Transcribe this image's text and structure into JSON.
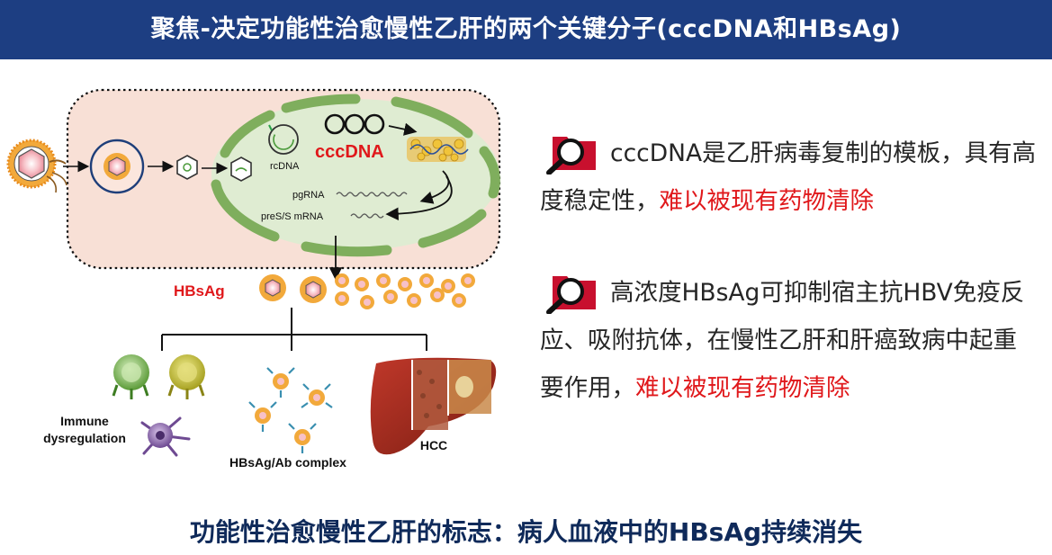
{
  "header": {
    "title": "聚焦-决定功能性治愈慢性乙肝的两个关键分子(cccDNA和HBsAg)"
  },
  "diagram": {
    "labels": {
      "cccdna": "cccDNA",
      "rcdna": "rcDNA",
      "pgrna": "pgRNA",
      "pres": "preS/S mRNA",
      "hbsag": "HBsAg",
      "immune_line1": "Immune",
      "immune_line2": "dysregulation",
      "complex": "HBsAg/Ab complex",
      "hcc": "HCC"
    },
    "colors": {
      "accent_red": "#e0181b",
      "cell_fill": "#f8e0d6",
      "nucleus_fill": "#dfecd2",
      "nucleus_border": "#7fae5d"
    }
  },
  "points": [
    {
      "icon": "magnifier-folder-icon",
      "text": "cccDNA是乙肝病毒复制的模板，具有高度稳定性，",
      "highlight": "难以被现有药物清除"
    },
    {
      "icon": "magnifier-folder-icon",
      "text": "高浓度HBsAg可抑制宿主抗HBV免疫反应、吸附抗体，在慢性乙肝和肝癌致病中起重要作用，",
      "highlight": "难以被现有药物清除"
    }
  ],
  "footer": {
    "text": "功能性治愈慢性乙肝的标志：病人血液中的HBsAg持续消失"
  }
}
